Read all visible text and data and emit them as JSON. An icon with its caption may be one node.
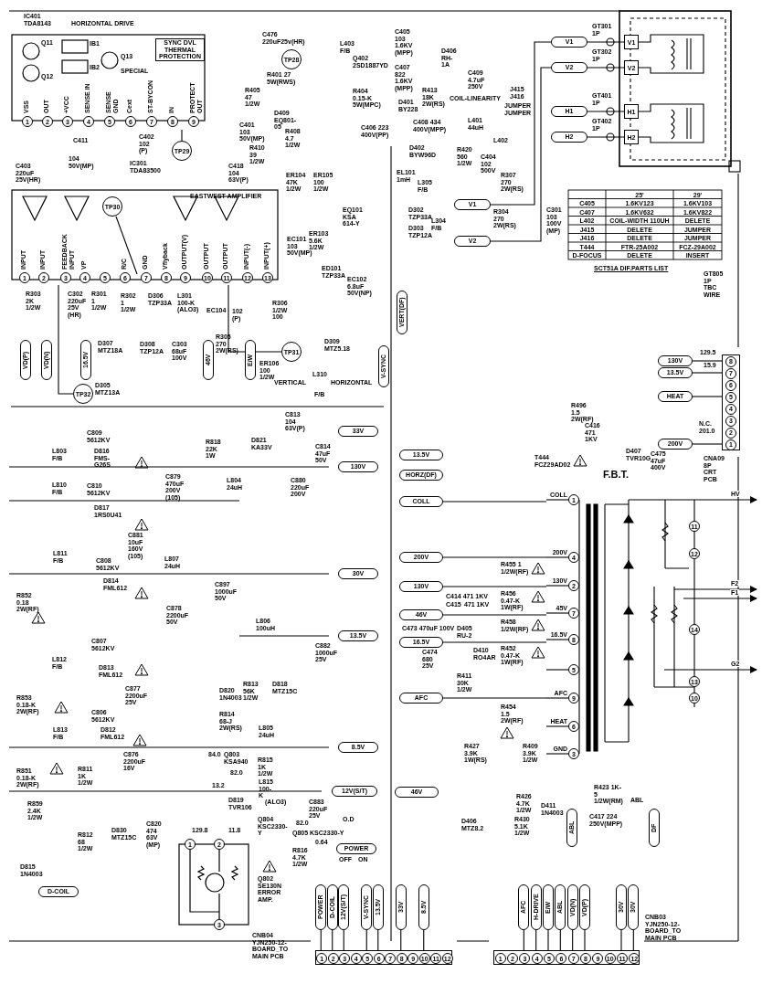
{
  "diagram": {
    "nodes": [
      {
        "text": [
          "IC401 TDA8143",
          "Q11",
          "IB1",
          "SYNC DVL THERMAL PROTECTION",
          "IB2",
          "Q12",
          "Q13",
          "SPECIAL",
          "VSS",
          "OUT",
          "+VCC",
          "SENSE IN",
          "SENSE GND",
          "Cext",
          "ST-BYCON",
          "IN",
          "PROTECT OUT",
          "1",
          "2",
          "3",
          "4",
          "5",
          "6",
          "7",
          "8",
          "9"
        ]
      },
      {
        "text": [
          "IC301 TDA83500",
          "EASTWEST AMPLIFIER",
          "INPUT",
          "INPUT",
          "FEEDBACK INPUT",
          "VP",
          "R/C",
          "GND",
          "Vflyback",
          "OUTPUT(V)",
          "OUTPUT",
          "OUTPUT",
          "INPUT(-)",
          "INPUT(+)",
          "1",
          "2",
          "3",
          "4",
          "5",
          "6",
          "7",
          "8",
          "9",
          "10",
          "11",
          "12",
          "13"
        ]
      },
      {
        "text": [
          "TP28"
        ]
      },
      {
        "text": [
          "TP29"
        ]
      },
      {
        "text": [
          "TP30"
        ],
        "in": 1
      },
      {
        "text": [
          "TP31"
        ]
      },
      {
        "text": [
          "TP32"
        ]
      },
      {
        "text": [
          "V1"
        ]
      },
      {
        "text": [
          "V2"
        ]
      },
      {
        "text": [
          "H1"
        ]
      },
      {
        "text": [
          "H2"
        ]
      },
      {
        "text": [
          "V1"
        ]
      },
      {
        "text": [
          "V2"
        ]
      },
      {
        "text": [
          "H1"
        ]
      },
      {
        "text": [
          "H2"
        ]
      },
      {
        "text": [
          "V1"
        ]
      },
      {
        "text": [
          "V2"
        ]
      },
      {
        "text": [
          "VD(P)"
        ]
      },
      {
        "text": [
          "VD(N)"
        ]
      },
      {
        "text": [
          "16.5V"
        ]
      },
      {
        "text": [
          "46V"
        ]
      },
      {
        "text": [
          "E/W"
        ]
      },
      {
        "text": [
          "VERT(DF)"
        ]
      },
      {
        "text": [
          "V-SYNC"
        ]
      },
      {
        "text": [
          "33V"
        ]
      },
      {
        "text": [
          "130V"
        ]
      },
      {
        "text": [
          "30V"
        ]
      },
      {
        "text": [
          "13.5V"
        ]
      },
      {
        "text": [
          "8.5V"
        ]
      },
      {
        "text": [
          "12V(S/T)"
        ]
      },
      {
        "text": [
          "13.5V"
        ]
      },
      {
        "text": [
          "HORZ(DF)"
        ]
      },
      {
        "text": [
          "COLL"
        ]
      },
      {
        "text": [
          "200V"
        ]
      },
      {
        "text": [
          "130V"
        ]
      },
      {
        "text": [
          "46V"
        ]
      },
      {
        "text": [
          "16.5V"
        ]
      },
      {
        "text": [
          "AFC"
        ]
      },
      {
        "text": [
          "46V"
        ]
      },
      {
        "text": [
          "130V"
        ]
      },
      {
        "text": [
          "13.5V"
        ]
      },
      {
        "text": [
          "HEAT"
        ]
      },
      {
        "text": [
          "200V"
        ]
      },
      {
        "text": [
          "POWER"
        ]
      },
      {
        "text": [
          "D-COIL"
        ]
      },
      {
        "text": [
          "ABL"
        ]
      },
      {
        "text": [
          "DF"
        ]
      },
      {
        "text": [
          "POWER"
        ]
      },
      {
        "text": [
          "D-COIL"
        ]
      },
      {
        "text": [
          "12V(S/T)"
        ]
      },
      {
        "text": [
          "V-SYNC"
        ]
      },
      {
        "text": [
          "13.5V"
        ]
      },
      {
        "text": [
          "33V"
        ]
      },
      {
        "text": [
          "8.5V"
        ]
      },
      {
        "text": [
          "AFC"
        ]
      },
      {
        "text": [
          "H-DRIVE"
        ]
      },
      {
        "text": [
          "E/W"
        ]
      },
      {
        "text": [
          "ABL"
        ]
      },
      {
        "text": [
          "VD(N)"
        ]
      },
      {
        "text": [
          "VD(P)"
        ]
      },
      {
        "text": [
          "30V"
        ]
      },
      {
        "text": [
          "30V"
        ]
      },
      {
        "text": [
          "8",
          "7",
          "6",
          "5",
          "4",
          "3",
          "2",
          "1"
        ],
        "beside": [
          "129.5",
          "15.9",
          "N.C. 201.0"
        ]
      },
      {
        "text": [
          "F.B.T.",
          "COLL",
          "200V",
          "130V",
          "45V",
          "16.5V",
          "AFC",
          "HEAT",
          "GND",
          "1",
          "4",
          "2",
          "7",
          "8",
          "5",
          "9",
          "6",
          "3",
          "11",
          "12",
          "14",
          "13",
          "10"
        ],
        "beside": [
          "T444 FCZ29AD02"
        ]
      },
      {
        "text": [
          "1",
          "2",
          "3",
          "4",
          "5",
          "6",
          "7",
          "8",
          "9",
          "10",
          "11",
          "12"
        ]
      },
      {
        "text": [
          "1",
          "2",
          "3",
          "4",
          "5",
          "6",
          "7",
          "8",
          "9",
          "10",
          "11",
          "12"
        ]
      },
      {
        "text": [
          "1",
          "2",
          "3"
        ],
        "beside": [
          "Q802 SE130N ERROR AMP."
        ]
      }
    ],
    "edges": [
      {
        "from": 3,
        "to": 0,
        "arrow": "none"
      },
      {
        "from": 4,
        "to": null,
        "arrow": "none"
      },
      {
        "from": 5,
        "to": 1,
        "arrow": "none"
      },
      {
        "from": 6,
        "to": 1,
        "arrow": "none"
      },
      {
        "from": 7,
        "to": 11,
        "arrow": "none"
      },
      {
        "from": 8,
        "to": 12,
        "arrow": "none"
      },
      {
        "from": 9,
        "to": 13,
        "arrow": "none"
      },
      {
        "from": 10,
        "to": 14,
        "arrow": "none"
      },
      {
        "from": 15,
        "to": 7,
        "arrow": "none"
      },
      {
        "from": 16,
        "to": 8,
        "arrow": "none"
      },
      {
        "from": 32,
        "to": 63,
        "arrow": "none"
      },
      {
        "from": 33,
        "to": 63,
        "arrow": "none"
      },
      {
        "from": 34,
        "to": 63,
        "arrow": "none"
      },
      {
        "from": 35,
        "to": 63,
        "arrow": "none"
      },
      {
        "from": 36,
        "to": 63,
        "arrow": "none"
      },
      {
        "from": 37,
        "to": 63,
        "arrow": "none"
      },
      {
        "from": 39,
        "to": 62,
        "arrow": "none"
      },
      {
        "from": 40,
        "to": 62,
        "arrow": "none"
      },
      {
        "from": 41,
        "to": 62,
        "arrow": "none"
      },
      {
        "from": 42,
        "to": 62,
        "arrow": "none"
      },
      {
        "from": 47,
        "to": 64,
        "arrow": "none"
      },
      {
        "from": 48,
        "to": 64,
        "arrow": "none"
      },
      {
        "from": 49,
        "to": 64,
        "arrow": "none"
      },
      {
        "from": 50,
        "to": 64,
        "arrow": "none"
      },
      {
        "from": 51,
        "to": 64,
        "arrow": "none"
      },
      {
        "from": 52,
        "to": 64,
        "arrow": "none"
      },
      {
        "from": 53,
        "to": 64,
        "arrow": "none"
      },
      {
        "from": 54,
        "to": 65,
        "arrow": "none"
      },
      {
        "from": 55,
        "to": 65,
        "arrow": "none"
      },
      {
        "from": 56,
        "to": 65,
        "arrow": "none"
      },
      {
        "from": 57,
        "to": 65,
        "arrow": "none"
      },
      {
        "from": 58,
        "to": 65,
        "arrow": "none"
      },
      {
        "from": 59,
        "to": 65,
        "arrow": "none"
      },
      {
        "from": 60,
        "to": 65,
        "arrow": "none"
      },
      {
        "from": 61,
        "to": 65,
        "arrow": "none"
      },
      {
        "from": 63,
        "to": null,
        "arrow": "to",
        "label": "HV"
      },
      {
        "from": 63,
        "to": null,
        "arrow": "to",
        "label": "F2"
      },
      {
        "from": 63,
        "to": null,
        "arrow": "to",
        "label": "F1"
      },
      {
        "from": 63,
        "to": null,
        "arrow": "to",
        "label": "G2"
      }
    ],
    "labels": [
      "HORIZONTAL DRIVE",
      "C476 220uF25v(HR)",
      "L403 F/B",
      "R401 27 5W(RWS)",
      "Q402 2SD1887YD",
      "R405 47 1/2W",
      "R404 0.15-K 5W(MPC)",
      "C411",
      "C402 102 (P)",
      "C401 103 50V(MP)",
      "D409 EQ801-05",
      "R408 4.7 1/2W",
      "104 50V(MP)",
      "C403 220uF 25V(HR)",
      "R410 39 1/2W",
      "C418 104 63V(P)",
      "C405 103 1.6KV (MPP)",
      "C407 822 1.6KV (MPP)",
      "D401 BY228",
      "C406 223 400V(PP)",
      "D402 BYW96D",
      "EL101 1mH",
      "D406 RH-1A",
      "R413 18K 2W(RS)",
      "C409 4.7uF 250V",
      "COIL-LINEARITY",
      "C408 434 400V(MPP)",
      "L401 44uH",
      "J415 J416",
      "JUMPER JUMPER",
      "L402",
      "R420 560 1/2W",
      "C404 102 500V",
      "GT301 1P",
      "GT302 1P",
      "GT401 1P",
      "GT402 1P",
      "25'",
      "29'",
      "C405",
      "1.6KV123",
      "1.6KV103",
      "C407",
      "1.6KV632",
      "1.6KV822",
      "L402",
      "COIL-WIDTH 110UH",
      "DELETE",
      "J415",
      "DELETE",
      "JUMPER",
      "J416",
      "DELETE",
      "JUMPER",
      "T444",
      "FTR-25A002",
      "FCZ-29A002",
      "D-FOCUS",
      "DELETE",
      "INSERT",
      "SCT51A DIF.PARTS LIST",
      "GT805 1P TBC WIRE",
      "ER104 47K 1/2W",
      "ER105 100 1/2W",
      "EQ101 KSA 614-Y",
      "EC101 103 50V(MP)",
      "ER103 5.6K 1/2W",
      "ED101 TZP33A",
      "EC102 6.8uF 50V(NP)",
      "L305 F/B",
      "D302 TZP33A",
      "L304 F/B",
      "D303 TZP12A",
      "R307 270 2W(RS)",
      "R304 270 2W(RS)",
      "C301 103 100V (MP)",
      "R303 2K 1/2W",
      "C302 220uF 25V (HR)",
      "R301 1 1/2W",
      "R302 1 1/2W",
      "D306 TZP33A",
      "L301 100-K (ALO3)",
      "EC104",
      "102 (P)",
      "R306 1/2W 100",
      "D307 MTZ18A",
      "D308 TZP12A",
      "C303 68uF 100V",
      "R305 270 2W(RS)",
      "ER106 100 1/2W",
      "D309 MTZ5.18",
      "D305 MTZ13A",
      "VERTICAL",
      "L310",
      "HORIZONTAL",
      "F/B",
      "C813 104 63V(P)",
      "R818 22K 1W",
      "D821 KA33V",
      "C814 47uF 50V",
      "C880 220uF 200V",
      "L804 24uH",
      "L803 F/B",
      "C809 5612KV",
      "D816 FMS-G26S",
      "C879 470uF 200V (105)",
      "L810 F/B",
      "C810 5612KV",
      "D817 1RS0U41",
      "C881 10uF 160V (105)",
      "L811 F/B",
      "C808 5612KV",
      "D814 FML612",
      "L807 24uH",
      "C897 1000uF 50V",
      "R852 0.18 2W(RF)",
      "C878 2200uF 50V",
      "L806 100uH",
      "C882 1000uF 25V",
      "C807 5612KV",
      "L812 F/B",
      "D813 FML612",
      "C877 2200uF 25V",
      "R853 0.18-K 2W(RF)",
      "C806 5612KV",
      "D820 1N4003",
      "R813 56K 1/2W",
      "D818 MTZ15C",
      "R814 68-J 2W(RS)",
      "L813 F/B",
      "D812 FML612",
      "L805 24uH",
      "C876 2200uF 16V",
      "R851 0.18-K 2W(RF)",
      "84.0",
      "Q803 KSA940",
      "R815 1K 1/2W",
      "82.0",
      "13.2",
      "L815 100-K",
      "(ALO3)",
      "R811 1K 1/2W",
      "R859 2.4K 1/2W",
      "D819 TVR106",
      "C883 220uF 25V",
      "Q804 KSC2330-Y",
      "82.0",
      "O.D",
      "Q805 KSC2330-Y",
      "0.64",
      "R816 4.7K 1/2W",
      "OFF",
      "ON",
      "D830 MTZ15C",
      "C820 474 63V (MP)",
      "R812 68 1/2W",
      "129.8",
      "11.8",
      "D815 1N4003",
      "R496 1.5 2W(RF)",
      "C416 471 1KV",
      "D407 TVR10G",
      "C475 47uF 400V",
      "R455 1 1/2W(RF)",
      "R456 0.47-K 1W(RF)",
      "R458 1/2W(RF)",
      "R452 0.47-K 1W(RF)",
      "R454 1.5 2W(RF)",
      "R411 30K 1/2W",
      "C414 471 1KV",
      "C415",
      "C473 470uF 100V",
      "D405 RU-2",
      "471 1KV",
      "D410 RO4AR",
      "C474 680 25V",
      "R427 3.9K 1W(RS)",
      "R409 3.9K 1/2W",
      "R423 1K-5 1/2W(RM)",
      "ABL",
      "R426 4.7K 1/2W",
      "D406 MTZ8.2",
      "R430 5.1K 1/2W",
      "D411 1N4003",
      "C417 224 250V(MPP)",
      "CNA09 8P CRT PCB",
      "CNB04 YJN250-12-BOARD_TO MAIN PCB",
      "CNB03 YJN250-12-BOARD_TO MAIN PCB"
    ]
  }
}
